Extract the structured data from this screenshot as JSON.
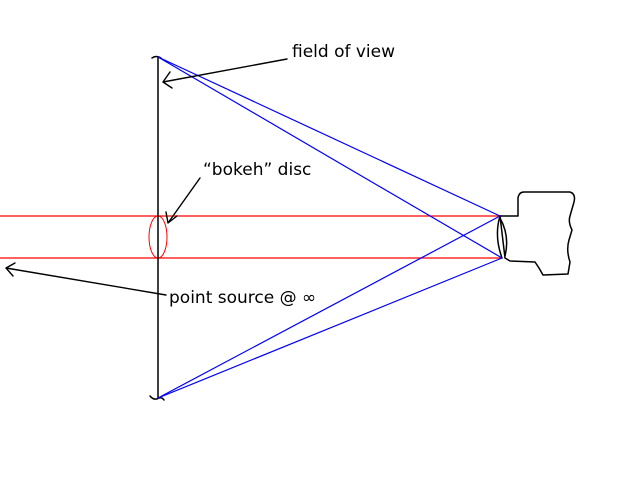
{
  "labels": {
    "field_of_view": "field of view",
    "bokeh_disc": "“bokeh” disc",
    "point_source": "point source @ ∞"
  },
  "colors": {
    "background": "#ffffff",
    "ink": "#000000",
    "light_rays": "#ff0000",
    "view_rays": "#0000ff"
  },
  "icons": {
    "camera": "camera-sketch-icon",
    "arrow": "arrow-icon"
  }
}
